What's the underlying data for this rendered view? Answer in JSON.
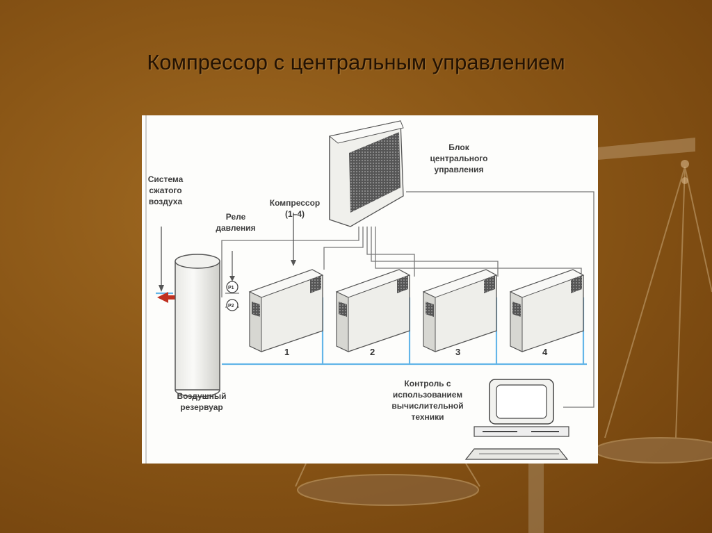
{
  "slide": {
    "title": "Компрессор с центральным управлением"
  },
  "diagram": {
    "labels": {
      "compressed_air_system": "Система\nсжатого\nвоздуха",
      "pressure_relay": "Реле\nдавления",
      "compressor": "Компрессор\n(1–4)",
      "central_control_unit": "Блок\nцентрального\nуправления",
      "air_receiver": "Воздушный\nрезервуар",
      "computer_control": "Контроль с\nиспользованием\nвычислительной\nтехники"
    },
    "gauges": [
      "P1",
      "P2"
    ],
    "compressor_numbers": [
      "1",
      "2",
      "3",
      "4"
    ]
  },
  "colors": {
    "background": "#8a5616",
    "title": "#231203",
    "air_line": "#63b5e8",
    "arrow": "#c03020"
  }
}
